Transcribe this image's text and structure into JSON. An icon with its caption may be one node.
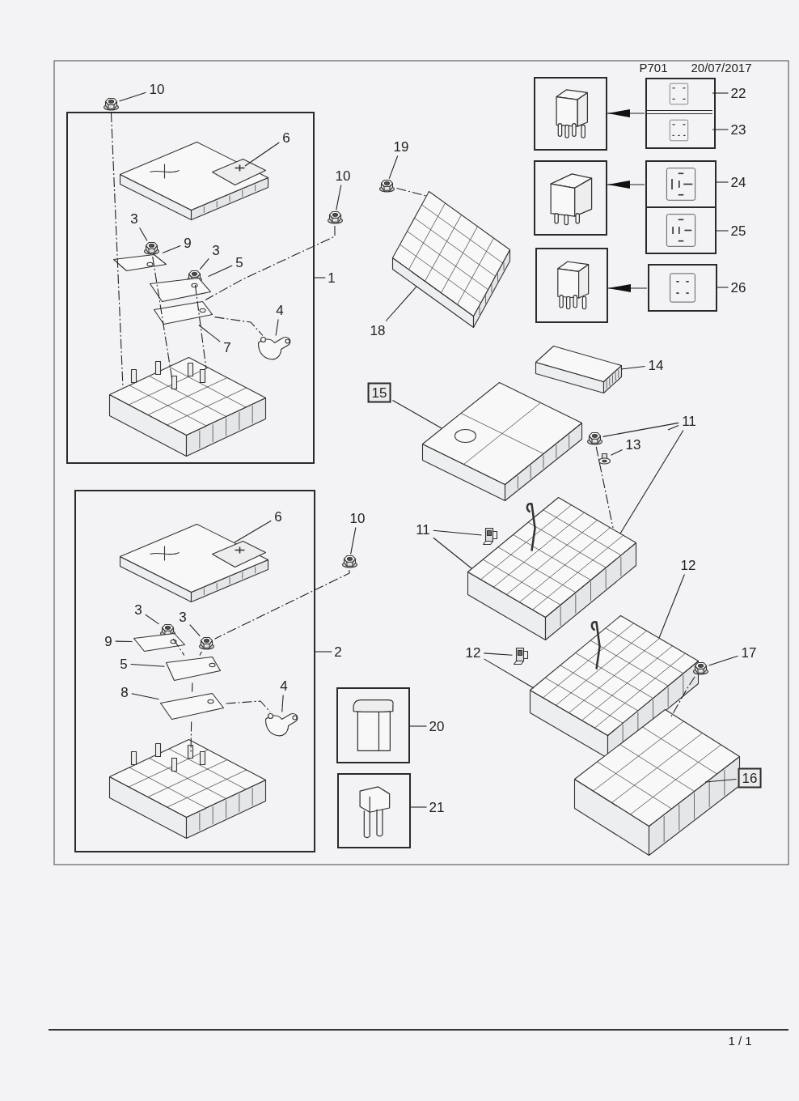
{
  "diagram": {
    "nodes": [
      {
        "text": [],
        "shape": "box"
      },
      {
        "text": [
          "10"
        ]
      },
      {
        "text": [],
        "shape": "picture"
      },
      {
        "text": [
          "6"
        ],
        "in": 0
      },
      {
        "text": [],
        "shape": "picture",
        "in": 0
      },
      {
        "text": [
          "3"
        ],
        "in": 0
      },
      {
        "text": [],
        "shape": "picture",
        "in": 0
      },
      {
        "text": [
          "9"
        ],
        "in": 0
      },
      {
        "text": [],
        "shape": "picture",
        "in": 0
      },
      {
        "text": [
          "3"
        ],
        "in": 0
      },
      {
        "text": [],
        "shape": "picture",
        "in": 0
      },
      {
        "text": [
          "5"
        ],
        "in": 0
      },
      {
        "text": [],
        "shape": "picture",
        "in": 0
      },
      {
        "text": [
          "1"
        ]
      },
      {
        "text": [
          "4"
        ],
        "in": 0
      },
      {
        "text": [],
        "shape": "picture",
        "in": 0
      },
      {
        "text": [
          "7"
        ],
        "in": 0
      },
      {
        "text": [],
        "shape": "picture",
        "in": 0
      },
      {
        "text": [],
        "shape": "picture",
        "in": 0
      },
      {
        "text": [
          "10"
        ]
      },
      {
        "text": [],
        "shape": "picture"
      },
      {
        "text": [
          "19"
        ]
      },
      {
        "text": [],
        "shape": "picture"
      },
      {
        "text": [],
        "shape": "picture"
      },
      {
        "text": [
          "18"
        ]
      },
      {
        "text": [],
        "shape": "picture"
      },
      {
        "text": [],
        "shape": "box"
      },
      {
        "text": [],
        "shape": "picture",
        "in": 26
      },
      {
        "text": [],
        "shape": "picture",
        "in": 26
      },
      {
        "text": [
          "22"
        ]
      },
      {
        "text": [
          "23"
        ]
      },
      {
        "text": [],
        "shape": "picture"
      },
      {
        "text": [],
        "shape": "picture"
      },
      {
        "text": [
          "24"
        ]
      },
      {
        "text": [],
        "shape": "picture"
      },
      {
        "text": [
          "25"
        ]
      },
      {
        "text": [],
        "shape": "picture"
      },
      {
        "text": [],
        "shape": "picture"
      },
      {
        "text": [
          "26"
        ]
      },
      {
        "text": [],
        "shape": "picture"
      },
      {
        "text": [
          "14"
        ]
      },
      {
        "text": [
          "15"
        ]
      },
      {
        "text": [],
        "shape": "picture"
      },
      {
        "text": [
          "11"
        ]
      },
      {
        "text": [],
        "shape": "picture"
      },
      {
        "text": [
          "13"
        ]
      },
      {
        "text": [],
        "shape": "picture"
      },
      {
        "text": [
          "11"
        ]
      },
      {
        "text": [],
        "shape": "picture"
      },
      {
        "text": [],
        "shape": "picture"
      },
      {
        "text": [
          "12"
        ]
      },
      {
        "text": [
          "12"
        ]
      },
      {
        "text": [],
        "shape": "picture"
      },
      {
        "text": [],
        "shape": "picture"
      },
      {
        "text": [
          "17"
        ]
      },
      {
        "text": [],
        "shape": "picture"
      },
      {
        "text": [],
        "shape": "picture"
      },
      {
        "text": [
          "20"
        ]
      },
      {
        "text": [],
        "shape": "picture"
      },
      {
        "text": [
          "21"
        ]
      },
      {
        "text": [],
        "shape": "picture"
      },
      {
        "text": [
          "16"
        ]
      },
      {
        "text": [],
        "shape": "box"
      },
      {
        "text": [
          "10"
        ]
      },
      {
        "text": [],
        "shape": "picture"
      },
      {
        "text": [
          "6"
        ],
        "in": 62
      },
      {
        "text": [],
        "shape": "picture",
        "in": 62
      },
      {
        "text": [
          "3"
        ],
        "in": 62
      },
      {
        "text": [],
        "shape": "picture",
        "in": 62
      },
      {
        "text": [
          "3"
        ],
        "in": 62
      },
      {
        "text": [],
        "shape": "picture",
        "in": 62
      },
      {
        "text": [
          "9"
        ],
        "in": 62
      },
      {
        "text": [],
        "shape": "picture",
        "in": 62
      },
      {
        "text": [
          "5"
        ],
        "in": 62
      },
      {
        "text": [],
        "shape": "picture",
        "in": 62
      },
      {
        "text": [
          "8"
        ],
        "in": 62
      },
      {
        "text": [],
        "shape": "picture",
        "in": 62
      },
      {
        "text": [
          "4"
        ],
        "in": 62
      },
      {
        "text": [],
        "shape": "picture",
        "in": 62
      },
      {
        "text": [],
        "shape": "picture",
        "in": 62
      },
      {
        "text": [
          "2"
        ]
      }
    ],
    "edges": [
      {
        "from": 1,
        "to": 2,
        "arrow": "none"
      },
      {
        "from": 3,
        "to": 4,
        "arrow": "none"
      },
      {
        "from": 5,
        "to": 6,
        "arrow": "none"
      },
      {
        "from": 7,
        "to": 8,
        "arrow": "none"
      },
      {
        "from": 9,
        "to": 10,
        "arrow": "none"
      },
      {
        "from": 11,
        "to": 12,
        "arrow": "none"
      },
      {
        "from": 13,
        "to": 0,
        "arrow": "none"
      },
      {
        "from": 14,
        "to": 15,
        "arrow": "none"
      },
      {
        "from": 16,
        "to": 17,
        "arrow": "none"
      },
      {
        "from": 19,
        "to": 20,
        "arrow": "none"
      },
      {
        "from": 21,
        "to": 22,
        "arrow": "none"
      },
      {
        "from": 24,
        "to": 23,
        "arrow": "none"
      },
      {
        "from": 26,
        "to": 25,
        "arrow": "to"
      },
      {
        "from": 29,
        "to": 27,
        "arrow": "none"
      },
      {
        "from": 30,
        "to": 28,
        "arrow": "none"
      },
      {
        "from": 32,
        "to": 31,
        "arrow": "to"
      },
      {
        "from": 33,
        "to": 32,
        "arrow": "none"
      },
      {
        "from": 35,
        "to": 34,
        "arrow": "none"
      },
      {
        "from": 37,
        "to": 36,
        "arrow": "to"
      },
      {
        "from": 38,
        "to": 37,
        "arrow": "none"
      },
      {
        "from": 40,
        "to": 39,
        "arrow": "none"
      },
      {
        "from": 41,
        "to": 42,
        "arrow": "none"
      },
      {
        "from": 43,
        "to": 44,
        "arrow": "none"
      },
      {
        "from": 43,
        "to": null,
        "arrow": "none"
      },
      {
        "from": 43,
        "to": 49,
        "arrow": "none"
      },
      {
        "from": 45,
        "to": 46,
        "arrow": "none"
      },
      {
        "from": 47,
        "to": 48,
        "arrow": "none"
      },
      {
        "from": 47,
        "to": 49,
        "arrow": "none"
      },
      {
        "from": 50,
        "to": 53,
        "arrow": "none"
      },
      {
        "from": 51,
        "to": 52,
        "arrow": "none"
      },
      {
        "from": 51,
        "to": 53,
        "arrow": "none"
      },
      {
        "from": 54,
        "to": 55,
        "arrow": "none"
      },
      {
        "from": 57,
        "to": 56,
        "arrow": "none"
      },
      {
        "from": 59,
        "to": 58,
        "arrow": "none"
      },
      {
        "from": 61,
        "to": 60,
        "arrow": "none"
      },
      {
        "from": 63,
        "to": 64,
        "arrow": "none"
      },
      {
        "from": 65,
        "to": 66,
        "arrow": "none"
      },
      {
        "from": 67,
        "to": 68,
        "arrow": "none"
      },
      {
        "from": 69,
        "to": 70,
        "arrow": "none"
      },
      {
        "from": 71,
        "to": 72,
        "arrow": "none"
      },
      {
        "from": 73,
        "to": 74,
        "arrow": "none"
      },
      {
        "from": 75,
        "to": 76,
        "arrow": "none"
      },
      {
        "from": 77,
        "to": 78,
        "arrow": "none"
      },
      {
        "from": 80,
        "to": 62,
        "arrow": "none"
      },
      {
        "from": 2,
        "to": 18,
        "arrow": "none",
        "style": "dashed"
      },
      {
        "from": 6,
        "to": 18,
        "arrow": "none",
        "style": "dashed"
      },
      {
        "from": 10,
        "to": 18,
        "arrow": "none",
        "style": "dashed"
      },
      {
        "from": 20,
        "to": 17,
        "arrow": "none",
        "style": "dashed"
      },
      {
        "from": 17,
        "to": 15,
        "arrow": "none",
        "style": "dashed"
      },
      {
        "from": 22,
        "to": 23,
        "arrow": "none",
        "style": "dashed"
      },
      {
        "from": 44,
        "to": 49,
        "arrow": "none",
        "style": "dashed"
      },
      {
        "from": 64,
        "to": 70,
        "arrow": "none",
        "style": "dashed"
      },
      {
        "from": 68,
        "to": 74,
        "arrow": "none",
        "style": "dashed"
      },
      {
        "from": 70,
        "to": 74,
        "arrow": "none",
        "style": "dashed"
      },
      {
        "from": 76,
        "to": 78,
        "arrow": "none",
        "style": "dashed"
      },
      {
        "from": 55,
        "to": 60,
        "arrow": "none",
        "style": "dashed"
      },
      {
        "from": 74,
        "to": 76,
        "arrow": "none",
        "style": "dashed"
      },
      {
        "from": 76,
        "to": 79,
        "arrow": "none",
        "style": "dashed"
      }
    ],
    "labels": [
      "P701",
      "20/07/2017",
      "1 / 1"
    ]
  }
}
